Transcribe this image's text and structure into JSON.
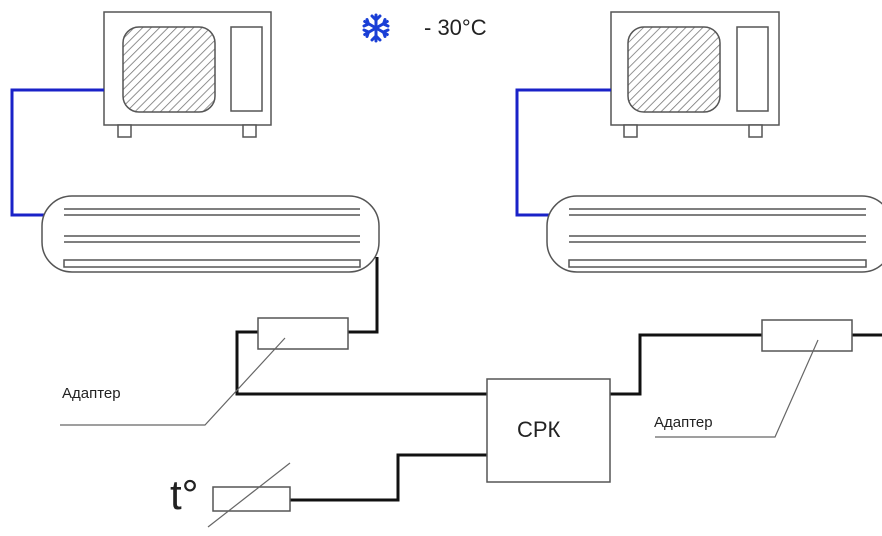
{
  "header": {
    "outdoor_temperature": "- 30°C",
    "frost_icon": "snowflake-icon",
    "frost_icon_color": "#1a3fd6"
  },
  "controller": {
    "label": "СРК"
  },
  "adapters": {
    "left_label": "Адаптер",
    "right_label": "Адаптер"
  },
  "sensor": {
    "label": "t°"
  },
  "colors": {
    "refrigerant_line": "#1a22c8",
    "signal_line": "#111111",
    "outline": "#555555",
    "grille_hatch": "#777777"
  }
}
